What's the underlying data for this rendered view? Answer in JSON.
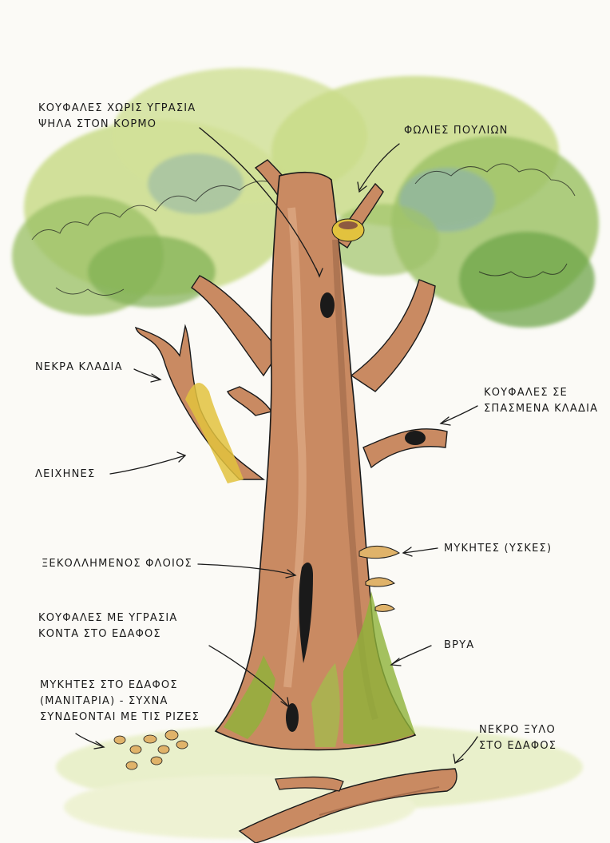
{
  "labels": {
    "dry_hollows": [
      "ΚΟΥΦΑΛΕΣ ΧΩΡΙΣ ΥΓΡΑΣΙΑ",
      "ΨΗΛΑ ΣΤΟΝ ΚΟΡΜΟ"
    ],
    "bird_nests": "ΦΩΛΙΕΣ ΠΟΥΛΙΩΝ",
    "dead_branches": "ΝΕΚΡΑ ΚΛΑΔΙΑ",
    "broken_branch_hollows": [
      "ΚΟΥΦΑΛΕΣ ΣΕ",
      "ΣΠΑΣΜΕΝΑ ΚΛΑΔΙΑ"
    ],
    "lichens": "ΛΕΙΧΗΝΕΣ",
    "fungi_brackets": "ΜΥΚΗΤΕΣ (ΥΣΚΕΣ)",
    "loose_bark": "ΞΕΚΟΛΛΗΜΕΝΟΣ ΦΛΟΙΟΣ",
    "wet_hollows": [
      "ΚΟΥΦΑΛΕΣ ΜΕ ΥΓΡΑΣΙΑ",
      "ΚΟΝΤΑ ΣΤΟ ΕΔΑΦΟΣ"
    ],
    "moss": "ΒΡΥΑ",
    "ground_fungi": [
      "ΜΥΚΗΤΕΣ ΣΤΟ ΕΔΑΦΟΣ",
      "(ΜΑΝΙΤΑΡΙΑ) - ΣΥΧΝΑ",
      "ΣΥΝΔΕΟΝΤΑΙ ΜΕ ΤΙΣ ΡΙΖΕΣ"
    ],
    "dead_wood": [
      "ΝΕΚΡΟ ΞΥΛΟ",
      "ΣΤΟ ΕΔΑΦΟΣ"
    ]
  },
  "colors": {
    "foliage_light": "#c9dc8a",
    "foliage_mid": "#9fc36a",
    "foliage_dark": "#6fa64a",
    "foliage_blue": "#8fb3a8",
    "bark": "#c98a62",
    "bark_dark": "#8d5a40",
    "moss": "#8fb33a",
    "lichen": "#e2c23e",
    "fungi": "#e0b36a",
    "ink": "#1a1a1a",
    "paper": "#fbfaf6"
  }
}
